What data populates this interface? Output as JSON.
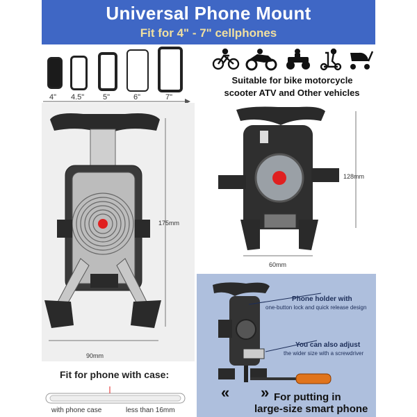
{
  "banner": {
    "title": "Universal Phone Mount",
    "subtitle": "Fit for 4\" - 7\" cellphones",
    "bg": "#3f67c5"
  },
  "phone_sizes": [
    "4\"",
    "4.5\"",
    "5\"",
    "6\"",
    "7\""
  ],
  "vehicles": {
    "icons": [
      "bicycle-icon",
      "motorcycle-icon",
      "atv-icon",
      "scooter-icon",
      "stroller-icon"
    ],
    "caption_line1": "Suitable for bike motorcycle",
    "caption_line2": "scooter ATV and Other vehicles"
  },
  "left_mount": {
    "height_label": "175mm",
    "width_label": "90mm"
  },
  "right_mount": {
    "height_label": "128mm",
    "width_label": "60mm"
  },
  "case_fit": {
    "title": "Fit for phone with case:",
    "with_case": "with phone case",
    "less_than": "less than 16mm"
  },
  "detail": {
    "holder_line1": "Phone holder with",
    "holder_line2": "one-button lock and quick release design",
    "adjust_line1": "You can also adjust",
    "adjust_line2": "the wider size with a screwdriver",
    "bottom_line1": "For putting in",
    "bottom_line2": "large-size smart phone",
    "arrow_left": "«",
    "arrow_right": "»"
  },
  "colors": {
    "panel_blue": "#aebfdd",
    "text_blue": "#1c2d58",
    "accent_red": "#e02020"
  }
}
